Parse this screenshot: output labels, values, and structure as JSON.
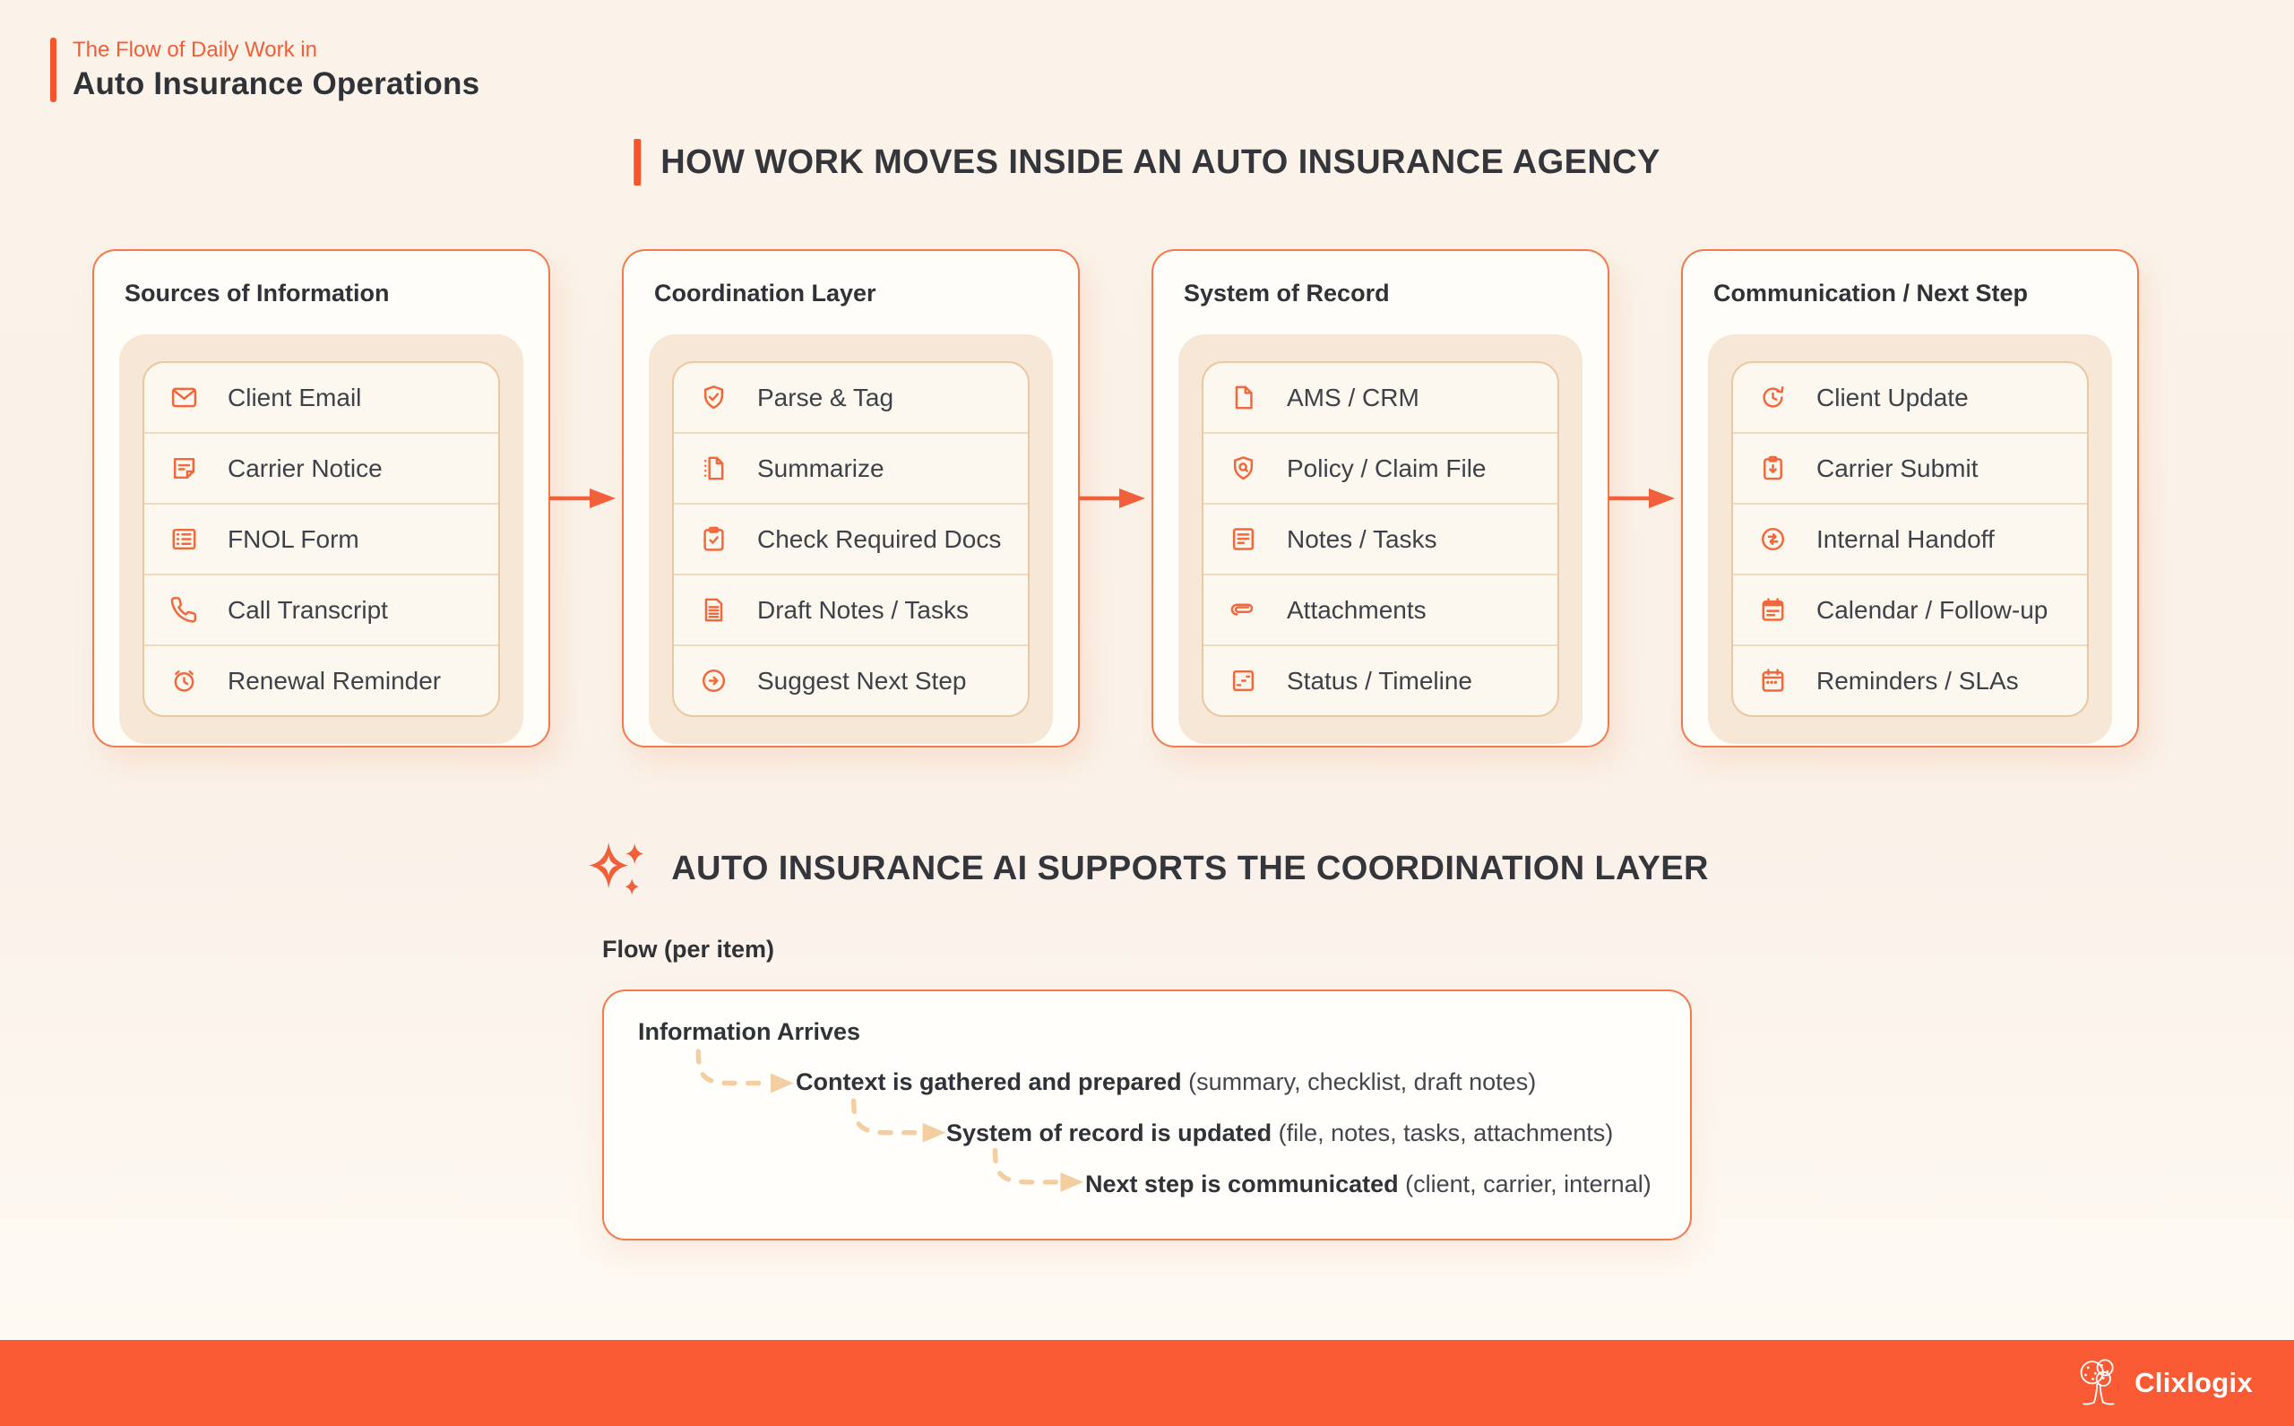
{
  "header": {
    "eyebrow": "The Flow of Daily Work in",
    "title": "Auto Insurance Operations"
  },
  "section_flow": {
    "title": "HOW WORK MOVES INSIDE AN AUTO INSURANCE AGENCY",
    "columns": [
      {
        "title": "Sources of Information",
        "items": [
          {
            "icon": "mail-icon",
            "label": "Client Email"
          },
          {
            "icon": "carrier-notice-icon",
            "label": "Carrier Notice"
          },
          {
            "icon": "fnol-form-icon",
            "label": "FNOL Form"
          },
          {
            "icon": "phone-icon",
            "label": "Call Transcript"
          },
          {
            "icon": "alarm-clock-icon",
            "label": "Renewal Reminder"
          }
        ]
      },
      {
        "title": "Coordination Layer",
        "items": [
          {
            "icon": "shield-check-icon",
            "label": "Parse & Tag"
          },
          {
            "icon": "summarize-file-icon",
            "label": "Summarize"
          },
          {
            "icon": "clipboard-check-icon",
            "label": "Check Required Docs"
          },
          {
            "icon": "file-lines-icon",
            "label": "Draft Notes / Tasks"
          },
          {
            "icon": "arrow-circle-icon",
            "label": "Suggest Next Step"
          }
        ]
      },
      {
        "title": "System of Record",
        "items": [
          {
            "icon": "file-icon",
            "label": "AMS / CRM"
          },
          {
            "icon": "shield-search-icon",
            "label": "Policy / Claim File"
          },
          {
            "icon": "notes-tasks-icon",
            "label": "Notes / Tasks"
          },
          {
            "icon": "paperclip-icon",
            "label": "Attachments"
          },
          {
            "icon": "status-timeline-icon",
            "label": "Status / Timeline"
          }
        ]
      },
      {
        "title": "Communication / Next Step",
        "items": [
          {
            "icon": "clock-refresh-icon",
            "label": "Client Update"
          },
          {
            "icon": "clipboard-download-icon",
            "label": "Carrier Submit"
          },
          {
            "icon": "transfer-circle-icon",
            "label": "Internal Handoff"
          },
          {
            "icon": "calendar-lines-icon",
            "label": "Calendar / Follow-up"
          },
          {
            "icon": "calendar-dots-icon",
            "label": "Reminders / SLAs"
          }
        ]
      }
    ]
  },
  "section_ai": {
    "title": "AUTO INSURANCE AI SUPPORTS THE COORDINATION LAYER",
    "flow_label": "Flow (per item)",
    "steps": [
      {
        "bold": "Information Arrives",
        "normal": ""
      },
      {
        "bold": "Context is gathered and prepared",
        "normal": " (summary, checklist, draft notes)"
      },
      {
        "bold": "System of record is updated",
        "normal": " (file, notes, tasks, attachments)"
      },
      {
        "bold": "Next step is communicated",
        "normal": " (client, carrier, internal)"
      }
    ]
  },
  "footer": {
    "brand": "Clixlogix"
  },
  "colors": {
    "accent_orange": "#F2603B",
    "deep_orange": "#F4552C",
    "card_border": "#F4794F",
    "panel_peach": "#F6E7D6",
    "list_cream": "#FDF8EF",
    "list_border": "#E9C9A3",
    "dashed_arrow": "#F2CEA0",
    "footer_bar": "#FA5B35",
    "ink": "#32353B"
  }
}
